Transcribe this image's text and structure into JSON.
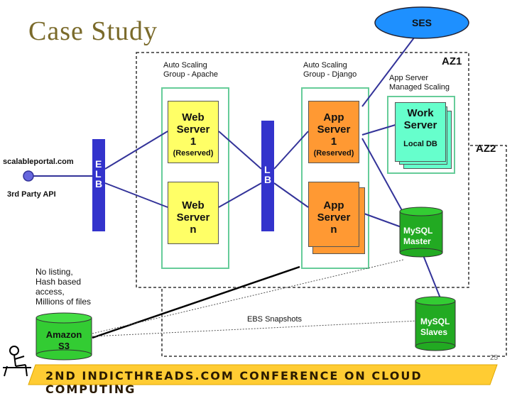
{
  "title": "Case Study",
  "ses": "SES",
  "az1": "AZ1",
  "az2": "AZ2",
  "asg_apache": [
    "Auto Scaling",
    "Group - Apache"
  ],
  "asg_django": [
    "Auto Scaling",
    "Group - Django"
  ],
  "app_server_managed": [
    "App Server",
    "Managed Scaling"
  ],
  "web1": [
    "Web",
    "Server",
    "1"
  ],
  "web1_reserved": "(Reserved)",
  "webn": [
    "Web",
    "Server",
    "n"
  ],
  "app1": [
    "App",
    "Server",
    "1"
  ],
  "app1_reserved": "(Reserved)",
  "appn": [
    "App",
    "Server",
    "n"
  ],
  "work_server": [
    "Work",
    "Server"
  ],
  "local_db": "Local DB",
  "elb": [
    "E",
    "L",
    "B"
  ],
  "lb": [
    "L",
    "B"
  ],
  "scalableportal": "scalableportal.com",
  "third_party_api": "3rd Party API",
  "mysql_master": [
    "MySQL",
    "Master"
  ],
  "mysql_slaves": [
    "MySQL",
    "Slaves"
  ],
  "s3_note": [
    "No listing,",
    "Hash based",
    "access,",
    "Millions of files"
  ],
  "amazon_s3": [
    "Amazon",
    "S3"
  ],
  "ebs_snapshots": "EBS Snapshots",
  "page_number": "25",
  "footer": "2ND INDICTHREADS.COM CONFERENCE ON CLOUD COMPUTING",
  "colors": {
    "title": "#7a6a2a",
    "web": "#ffff66",
    "app": "#ff9933",
    "work": "#66ffcc",
    "lb": "#3333cc",
    "mysql": "#22aa22",
    "ses": "#1e90ff",
    "asg_border": "#66cc99",
    "footer_bg": "#ffcc33"
  }
}
